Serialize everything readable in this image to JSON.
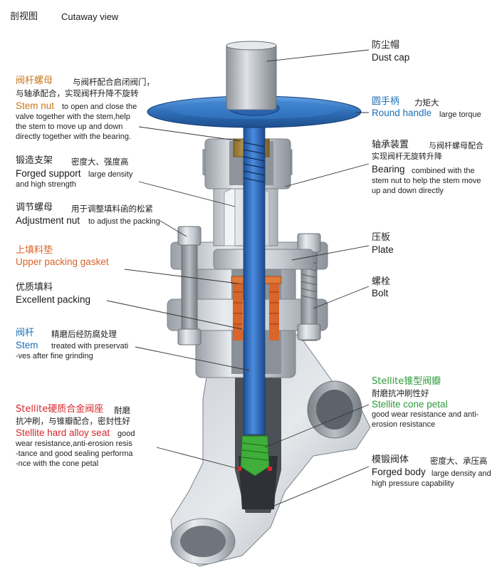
{
  "header": {
    "title_zh": "剖视图",
    "title_en": "Cutaway view"
  },
  "colors": {
    "label_orange": "#c8781c",
    "label_blue": "#1e6fb5",
    "label_red": "#d7262b",
    "label_green": "#2e9a3c",
    "handwheel": "#2f6fb8",
    "stem": "#2a63b0",
    "body_metal": "#cfd3d8",
    "packing": "#d8652a",
    "seat": "#3fae3a"
  },
  "labels": {
    "stem_nut": {
      "zh": "阀杆螺母",
      "zh_desc": "与阀杆配合启闭阀门，",
      "zh_desc2": "与轴承配合，实现阀杆升降不旋转",
      "en": "Stem nut",
      "en_desc": "to open and close the",
      "en_desc2": "valve together with the stem,help",
      "en_desc3": "the stem to move up and down",
      "en_desc4": "directly together with the bearing."
    },
    "forged_support": {
      "zh": "锻造支架",
      "zh_desc": "密度大、强度高",
      "en": "Forged support",
      "en_desc": "large density",
      "en_desc2": "and high strength"
    },
    "adjustment_nut": {
      "zh": "调节螺母",
      "zh_desc": "用于调整填料函的松紧",
      "en": "Adjustment nut",
      "en_desc": "to adjust the packing"
    },
    "upper_packing_gasket": {
      "zh": "上填料垫",
      "en": "Upper packing gasket"
    },
    "excellent_packing": {
      "zh": "优质填料",
      "en": "Excellent packing"
    },
    "stem": {
      "zh": "阀杆",
      "zh_desc": "精磨后经防腐处理",
      "en": "Stem",
      "en_desc": "treated with preservati",
      "en_desc2": "-ves after fine grinding"
    },
    "hard_alloy_seat": {
      "zh_prefix": "Stellite",
      "zh": "硬质合金阀座",
      "zh_desc": "耐磨",
      "zh_desc2": "抗冲刷，与锥瓣配合，密封性好",
      "en": "Stellite hard alloy seat",
      "en_desc": "good",
      "en_desc2": "wear resistance,anti-erosion resis",
      "en_desc3": "-tance and good sealing performa",
      "en_desc4": "-nce with the cone petal"
    },
    "dust_cap": {
      "zh": "防尘帽",
      "en": "Dust cap"
    },
    "round_handle": {
      "zh": "圆手柄",
      "zh_desc": "力矩大",
      "en": "Round handle",
      "en_desc": "large torque"
    },
    "bearing": {
      "zh": "轴承装置",
      "zh_desc": "与阀杆螺母配合",
      "zh_desc2": "实现阀杆无旋转升降",
      "en": "Bearing",
      "en_desc": "combined with the",
      "en_desc2": "stem nut to help the stem move",
      "en_desc3": "up and down directly"
    },
    "plate": {
      "zh": "压板",
      "en": "Plate"
    },
    "bolt": {
      "zh": "螺栓",
      "en": "Bolt"
    },
    "cone_petal": {
      "zh_prefix": "Stellite",
      "zh": "锥型阀瓣",
      "zh_desc": "耐磨抗冲刷性好",
      "en": "Stellite cone petal",
      "en_desc": "good wear resistance and anti-",
      "en_desc2": "erosion resistance"
    },
    "forged_body": {
      "zh": "模锻阀体",
      "zh_desc": "密度大、承压高",
      "en": "Forged body",
      "en_desc": "large density and",
      "en_desc2": "high pressure capability"
    }
  }
}
